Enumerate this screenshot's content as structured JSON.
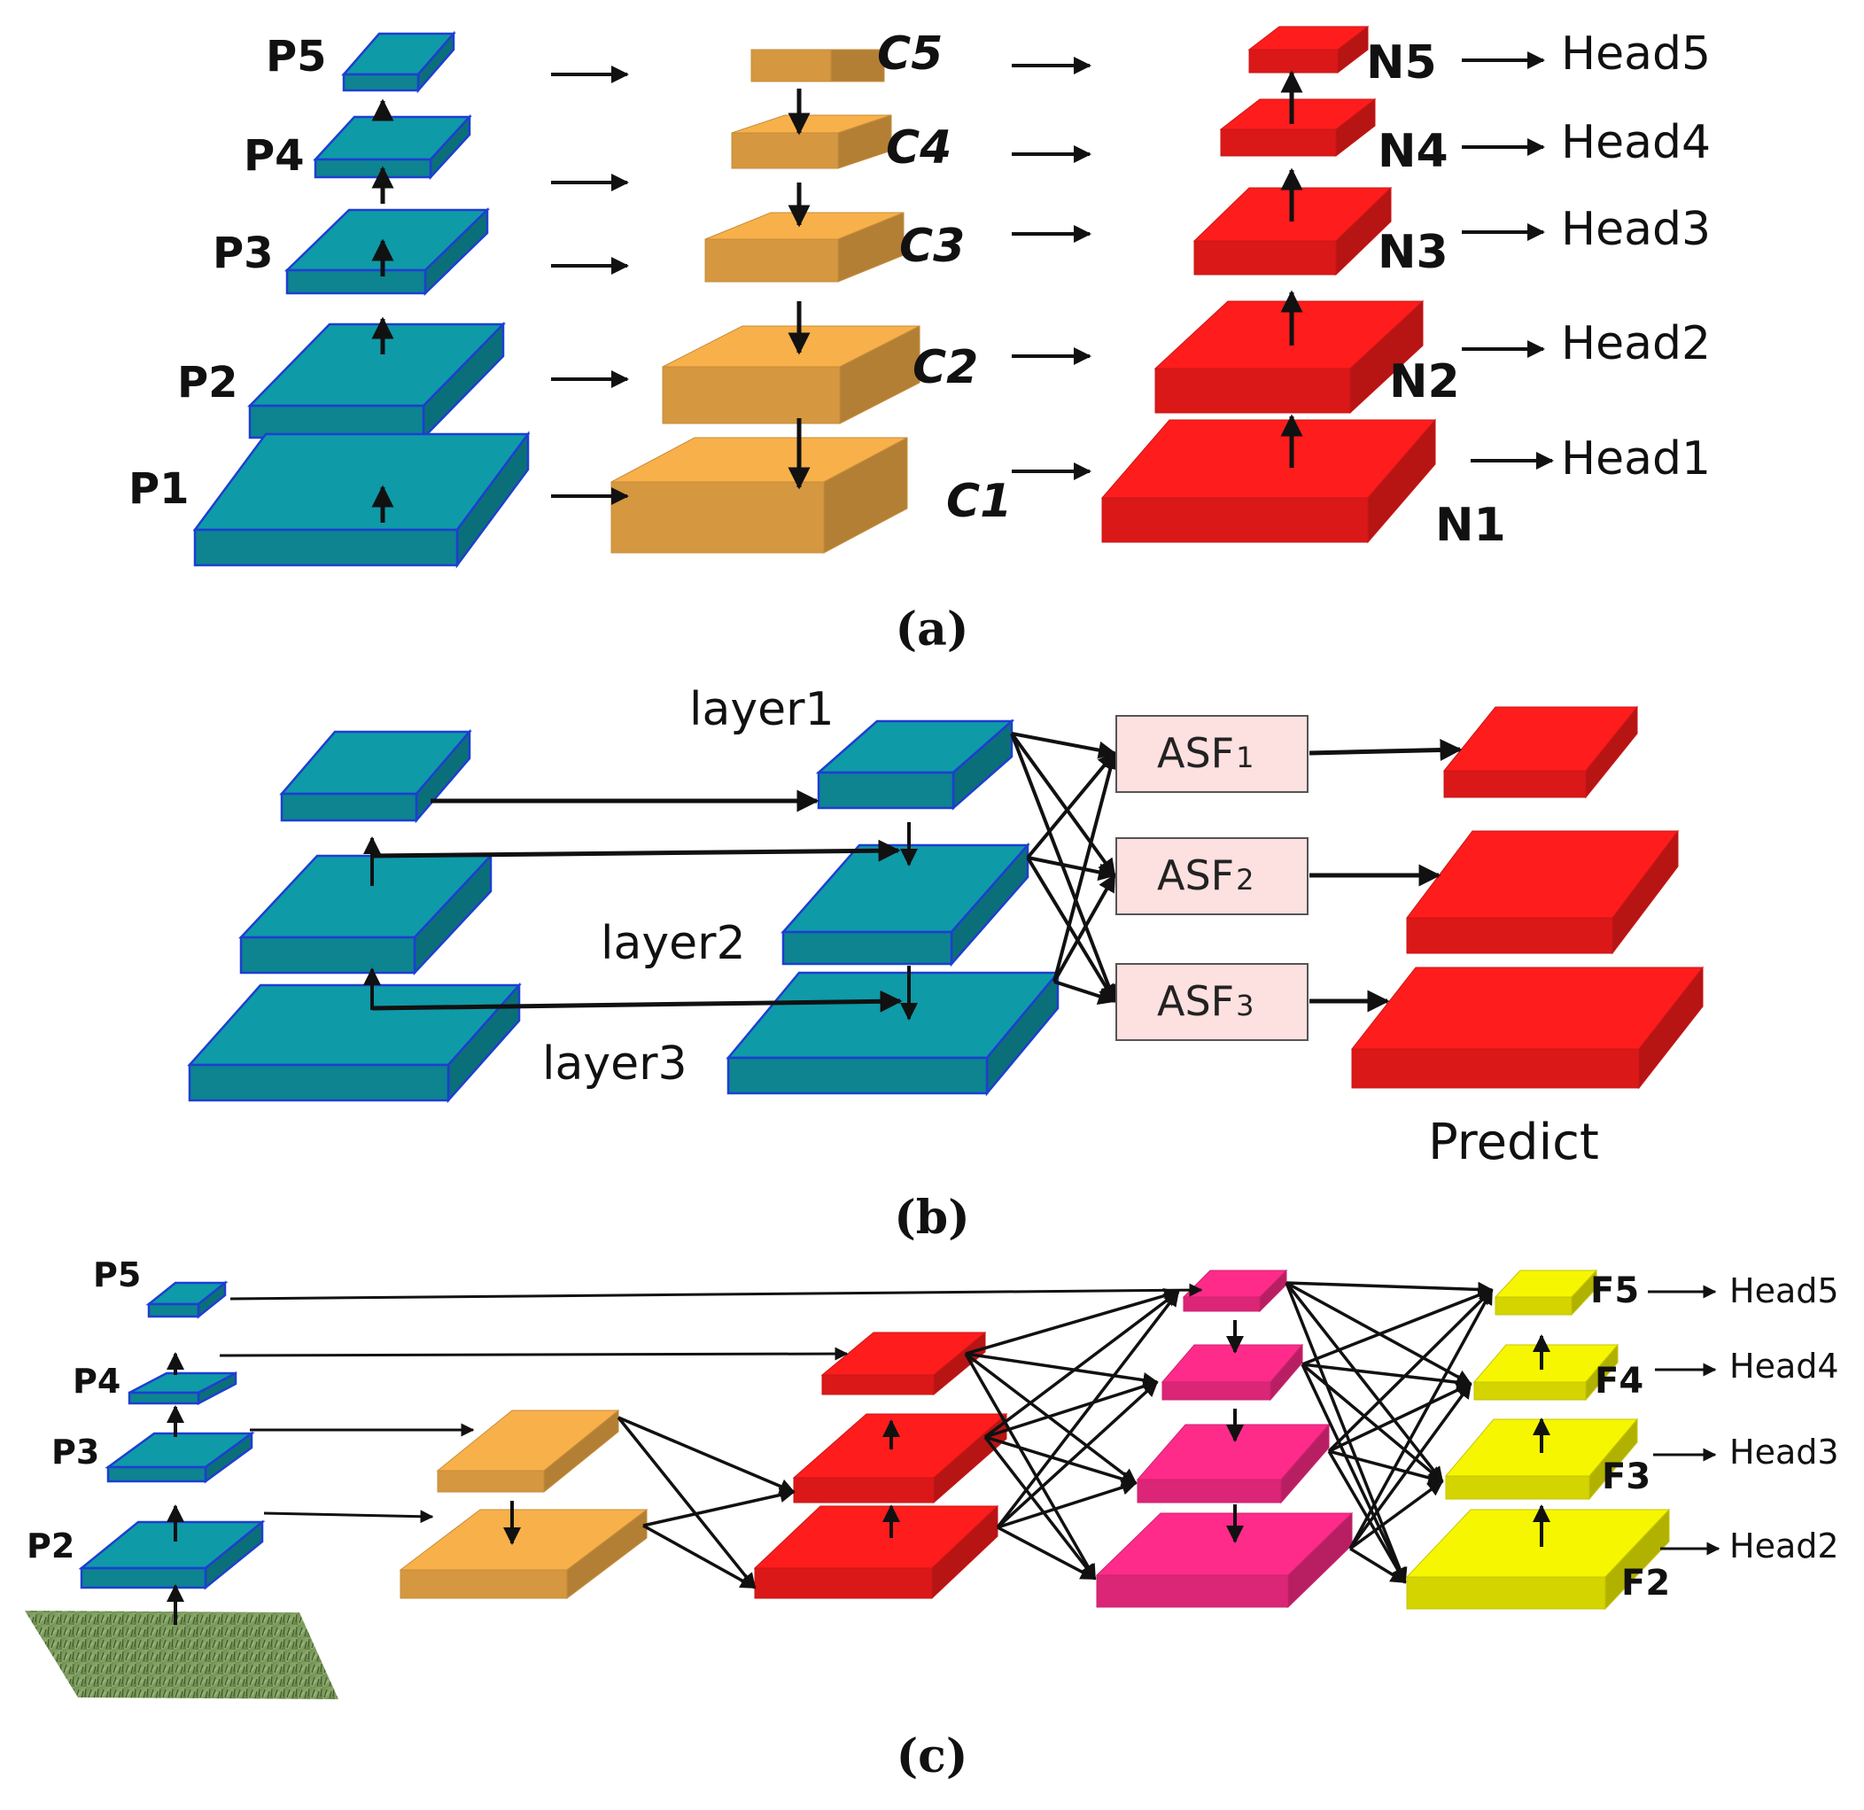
{
  "colors": {
    "teal": "#0f9aa8",
    "teal_edge": "#1d3fd1",
    "orange": "#f8b04a",
    "red": "#fe1c1c",
    "pink": "#ff2b8a",
    "yellow": "#f6f600",
    "asf_fill": "#fde0e0",
    "asf_edge": "#555555"
  },
  "panel_a": {
    "caption": "(a)",
    "p_labels": [
      "P5",
      "P4",
      "P3",
      "P2",
      "P1"
    ],
    "c_labels": [
      "C5",
      "C4",
      "C3",
      "C2",
      "C1"
    ],
    "n_labels": [
      "N5",
      "N4",
      "N3",
      "N2",
      "N1"
    ],
    "head_labels": [
      "Head5",
      "Head4",
      "Head3",
      "Head2",
      "Head1"
    ]
  },
  "panel_b": {
    "caption": "(b)",
    "layer_labels": [
      "layer1",
      "layer2",
      "layer3"
    ],
    "asf_labels": [
      {
        "main": "ASF",
        "sub": "1"
      },
      {
        "main": "ASF",
        "sub": "2"
      },
      {
        "main": "ASF",
        "sub": "3"
      }
    ],
    "predict_label": "Predict"
  },
  "panel_c": {
    "caption": "(c)",
    "p_labels": [
      "P5",
      "P4",
      "P3",
      "P2"
    ],
    "f_labels": [
      "F5",
      "F4",
      "F3",
      "F2"
    ],
    "head_labels": [
      "Head5",
      "Head4",
      "Head3",
      "Head2"
    ]
  }
}
